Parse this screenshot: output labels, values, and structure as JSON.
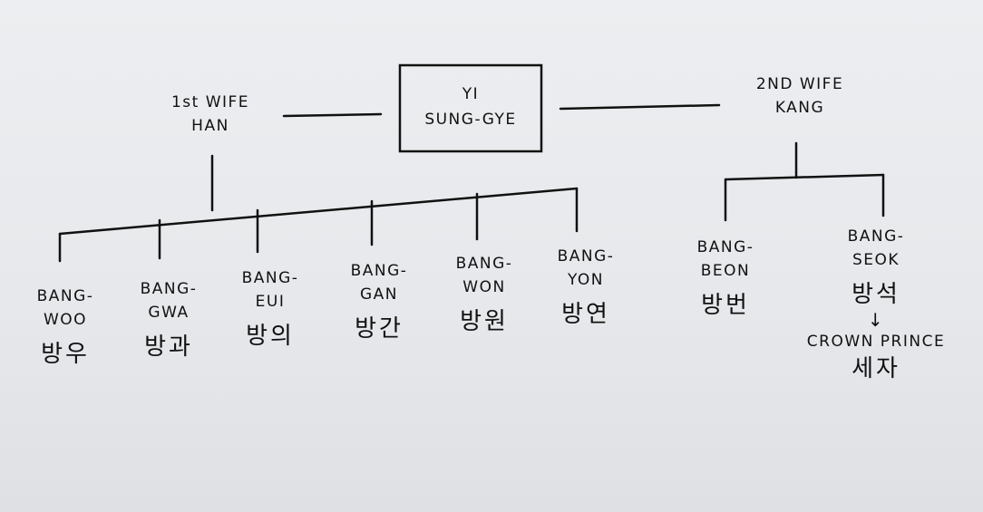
{
  "root": {
    "line1": "YI",
    "line2": "SUNG-GYE"
  },
  "wives": [
    {
      "line1": "1st WIFE",
      "line2": "HAN"
    },
    {
      "line1": "2ND WIFE",
      "line2": "KANG"
    }
  ],
  "children_han": [
    {
      "line1": "BANG-",
      "line2": "WOO",
      "korean": "방우"
    },
    {
      "line1": "BANG-",
      "line2": "GWA",
      "korean": "방과"
    },
    {
      "line1": "BANG-",
      "line2": "EUI",
      "korean": "방의"
    },
    {
      "line1": "BANG-",
      "line2": "GAN",
      "korean": "방간"
    },
    {
      "line1": "BANG-",
      "line2": "WON",
      "korean": "방원"
    },
    {
      "line1": "BANG-",
      "line2": "YON",
      "korean": "방연"
    }
  ],
  "children_kang": [
    {
      "line1": "BANG-",
      "line2": "BEON",
      "korean": "방번"
    },
    {
      "line1": "BANG-",
      "line2": "SEOK",
      "korean": "방석"
    }
  ],
  "annotation": {
    "arrow": "↓",
    "title": "CROWN PRINCE",
    "korean": "세자"
  }
}
